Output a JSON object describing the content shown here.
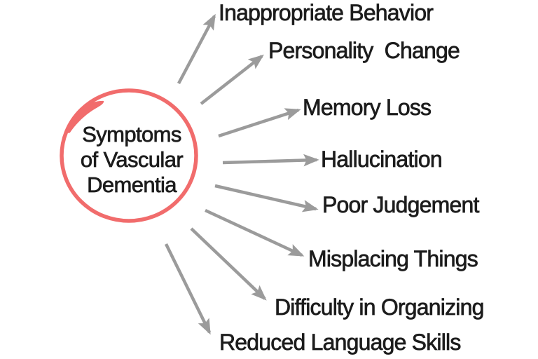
{
  "title": "Symptoms of Vascular Dementia",
  "theme": {
    "accent_color": "#f16c6c",
    "arrow_color": "#9b9b9b",
    "text_color": "#1c1c1c",
    "background": "#ffffff"
  },
  "diagram": {
    "center": {
      "lines": [
        "Symptoms",
        "of Vascular",
        "Dementia"
      ]
    },
    "labels": [
      {
        "id": "inappropriate-behavior",
        "text": "Inappropriate Behavior"
      },
      {
        "id": "personality-change",
        "text": "Personality  Change"
      },
      {
        "id": "memory-loss",
        "text": "Memory Loss"
      },
      {
        "id": "hallucination",
        "text": "Hallucination"
      },
      {
        "id": "poor-judgement",
        "text": "Poor Judgement"
      },
      {
        "id": "misplacing-things",
        "text": "Misplacing Things"
      },
      {
        "id": "difficulty-organizing",
        "text": "Difficulty in Organizing"
      },
      {
        "id": "reduced-language-skills",
        "text": "Reduced Language Skills"
      }
    ]
  }
}
